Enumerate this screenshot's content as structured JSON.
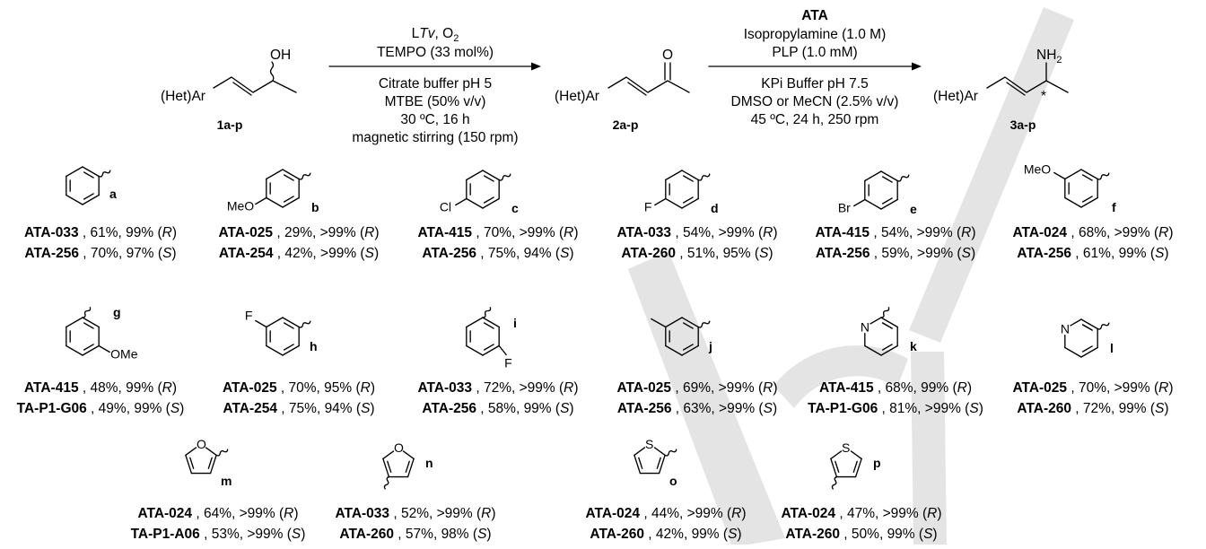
{
  "scheme": {
    "compounds": {
      "alcohol": {
        "label": "1a-p",
        "aryl": "(Het)Ar",
        "oh": "OH"
      },
      "ketone": {
        "label": "2a-p",
        "aryl": "(Het)Ar",
        "o": "O"
      },
      "amine": {
        "label": "3a-p",
        "aryl": "(Het)Ar",
        "nh": "NH",
        "nh_sub": "2",
        "stereo": "*"
      }
    },
    "step1": {
      "catalyst_pre": "L",
      "catalyst_it": "Tv",
      "catalyst_post": ", O",
      "catalyst_sub": "2",
      "below": [
        "Citrate buffer pH 5",
        "MTBE (50% v/v)",
        "30 ºC, 16 h",
        "magnetic stirring (150 rpm)"
      ],
      "above2": "TEMPO (33 mol%)"
    },
    "step2": {
      "enzyme": "ATA",
      "above": [
        "Isopropylamine (1.0 M)",
        "PLP (1.0 mM)"
      ],
      "below": [
        "KPi Buffer pH 7.5",
        "DMSO or MeCN (2.5% v/v)",
        "45 ºC, 24 h, 250 rpm"
      ]
    }
  },
  "substrates": [
    {
      "id": "a",
      "ring": "phenyl",
      "atoms": [],
      "r1": {
        "enz": "ATA-033",
        "yield": "61%",
        "ee": "99%",
        "cfg": "R"
      },
      "r2": {
        "enz": "ATA-256",
        "yield": "70%",
        "ee": "97%",
        "cfg": "S"
      }
    },
    {
      "id": "b",
      "ring": "4-methoxyphenyl",
      "atoms": [
        "MeO"
      ],
      "r1": {
        "enz": "ATA-025",
        "yield": "29%",
        "ee": ">99%",
        "cfg": "R"
      },
      "r2": {
        "enz": "ATA-254",
        "yield": "42%",
        "ee": ">99%",
        "cfg": "S"
      }
    },
    {
      "id": "c",
      "ring": "4-chlorophenyl",
      "atoms": [
        "Cl"
      ],
      "r1": {
        "enz": "ATA-415",
        "yield": "70%",
        "ee": ">99%",
        "cfg": "R"
      },
      "r2": {
        "enz": "ATA-256",
        "yield": "75%",
        "ee": "94%",
        "cfg": "S"
      }
    },
    {
      "id": "d",
      "ring": "4-fluorophenyl",
      "atoms": [
        "F"
      ],
      "r1": {
        "enz": "ATA-033",
        "yield": "54%",
        "ee": ">99%",
        "cfg": "R"
      },
      "r2": {
        "enz": "ATA-260",
        "yield": "51%",
        "ee": "95%",
        "cfg": "S"
      }
    },
    {
      "id": "e",
      "ring": "4-bromophenyl",
      "atoms": [
        "Br"
      ],
      "r1": {
        "enz": "ATA-415",
        "yield": "54%",
        "ee": ">99%",
        "cfg": "R"
      },
      "r2": {
        "enz": "ATA-256",
        "yield": "59%",
        "ee": ">99%",
        "cfg": "S"
      }
    },
    {
      "id": "f",
      "ring": "3-methoxyphenyl",
      "atoms": [
        "MeO"
      ],
      "r1": {
        "enz": "ATA-024",
        "yield": "68%",
        "ee": ">99%",
        "cfg": "R"
      },
      "r2": {
        "enz": "ATA-256",
        "yield": "61%",
        "ee": "99%",
        "cfg": "S"
      }
    },
    {
      "id": "g",
      "ring": "2-methoxyphenyl",
      "atoms": [
        "OMe"
      ],
      "r1": {
        "enz": "ATA-415",
        "yield": "48%",
        "ee": "99%",
        "cfg": "R"
      },
      "r2": {
        "enz": "TA-P1-G06",
        "yield": "49%",
        "ee": "99%",
        "cfg": "S"
      }
    },
    {
      "id": "h",
      "ring": "3-fluorophenyl",
      "atoms": [
        "F"
      ],
      "r1": {
        "enz": "ATA-025",
        "yield": "70%",
        "ee": "95%",
        "cfg": "R"
      },
      "r2": {
        "enz": "ATA-254",
        "yield": "75%",
        "ee": "94%",
        "cfg": "S"
      }
    },
    {
      "id": "i",
      "ring": "2-fluorophenyl",
      "atoms": [
        "F"
      ],
      "r1": {
        "enz": "ATA-033",
        "yield": "72%",
        "ee": ">99%",
        "cfg": "R"
      },
      "r2": {
        "enz": "ATA-256",
        "yield": "58%",
        "ee": "99%",
        "cfg": "S"
      }
    },
    {
      "id": "j",
      "ring": "3-methylphenyl",
      "atoms": [],
      "r1": {
        "enz": "ATA-025",
        "yield": "69%",
        "ee": ">99%",
        "cfg": "R"
      },
      "r2": {
        "enz": "ATA-256",
        "yield": "63%",
        "ee": ">99%",
        "cfg": "S"
      }
    },
    {
      "id": "k",
      "ring": "2-pyridyl",
      "atoms": [
        "N"
      ],
      "r1": {
        "enz": "ATA-415",
        "yield": "68%",
        "ee": "99%",
        "cfg": "R"
      },
      "r2": {
        "enz": "TA-P1-G06",
        "yield": "81%",
        "ee": ">99%",
        "cfg": "S"
      }
    },
    {
      "id": "l",
      "ring": "3-pyridyl",
      "atoms": [
        "N"
      ],
      "r1": {
        "enz": "ATA-025",
        "yield": "70%",
        "ee": ">99%",
        "cfg": "R"
      },
      "r2": {
        "enz": "ATA-260",
        "yield": "72%",
        "ee": "99%",
        "cfg": "S"
      }
    },
    {
      "id": "m",
      "ring": "2-furyl",
      "atoms": [
        "O"
      ],
      "r1": {
        "enz": "ATA-024",
        "yield": "64%",
        "ee": ">99%",
        "cfg": "R"
      },
      "r2": {
        "enz": "TA-P1-A06",
        "yield": "53%",
        "ee": ">99%",
        "cfg": "S"
      }
    },
    {
      "id": "n",
      "ring": "3-furyl",
      "atoms": [
        "O"
      ],
      "r1": {
        "enz": "ATA-033",
        "yield": "52%",
        "ee": ">99%",
        "cfg": "R"
      },
      "r2": {
        "enz": "ATA-260",
        "yield": "57%",
        "ee": "98%",
        "cfg": "S"
      }
    },
    {
      "id": "o",
      "ring": "2-thienyl",
      "atoms": [
        "S"
      ],
      "r1": {
        "enz": "ATA-024",
        "yield": "44%",
        "ee": ">99%",
        "cfg": "R"
      },
      "r2": {
        "enz": "ATA-260",
        "yield": "42%",
        "ee": "99%",
        "cfg": "S"
      }
    },
    {
      "id": "p",
      "ring": "3-thienyl",
      "atoms": [
        "S"
      ],
      "r1": {
        "enz": "ATA-024",
        "yield": "47%",
        "ee": ">99%",
        "cfg": "R"
      },
      "r2": {
        "enz": "ATA-260",
        "yield": "50%",
        "ee": "99%",
        "cfg": "S"
      }
    }
  ],
  "colors": {
    "ink": "#000000",
    "watermark": "#d9d9d9"
  }
}
